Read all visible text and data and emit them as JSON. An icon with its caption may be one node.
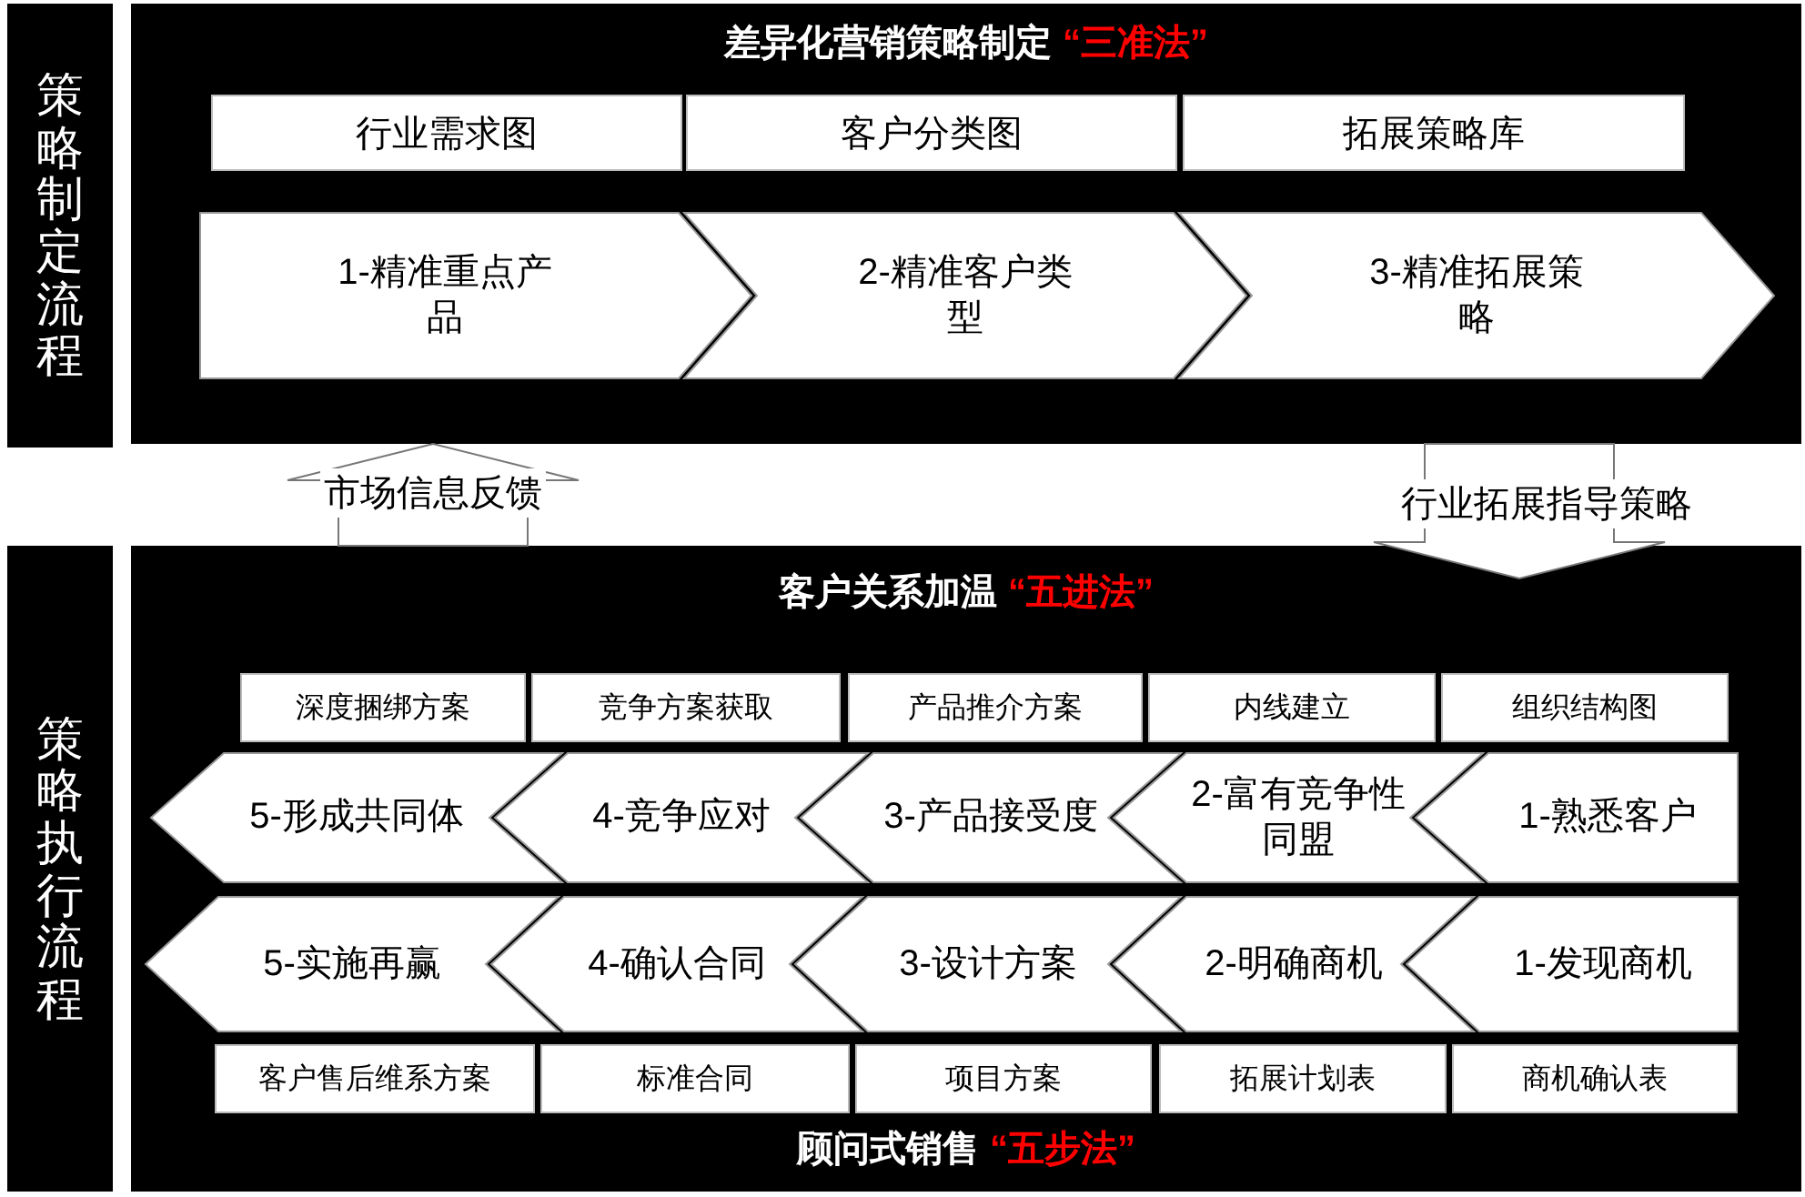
{
  "diagram": {
    "nodes": [
      {
        "text": [
          "策略制定流程"
        ]
      },
      {
        "text": [
          "差异化营销策略制定",
          "“三准法”"
        ]
      },
      {
        "text": [
          "行业需求图"
        ],
        "in": 1
      },
      {
        "text": [
          "客户分类图"
        ],
        "in": 1
      },
      {
        "text": [
          "拓展策略库"
        ],
        "in": 1
      },
      {
        "text": [
          "1-精准重点产品"
        ],
        "in": 1
      },
      {
        "text": [
          "2-精准客户类型"
        ],
        "in": 1
      },
      {
        "text": [
          "3-精准拓展策略"
        ],
        "in": 1
      },
      {
        "text": [
          "策略执行流程"
        ]
      },
      {
        "text": [
          "客户关系加温",
          "“五进法”",
          "顾问式销售",
          "“五步法”"
        ]
      },
      {
        "text": [
          "深度捆绑方案"
        ],
        "in": 9
      },
      {
        "text": [
          "竞争方案获取"
        ],
        "in": 9
      },
      {
        "text": [
          "产品推介方案"
        ],
        "in": 9
      },
      {
        "text": [
          "内线建立"
        ],
        "in": 9
      },
      {
        "text": [
          "组织结构图"
        ],
        "in": 9
      },
      {
        "text": [
          "5-形成共同体"
        ],
        "in": 9
      },
      {
        "text": [
          "4-竞争应对"
        ],
        "in": 9
      },
      {
        "text": [
          "3-产品接受度"
        ],
        "in": 9
      },
      {
        "text": [
          "2-富有竞争性同盟"
        ],
        "in": 9
      },
      {
        "text": [
          "1-熟悉客户"
        ],
        "in": 9
      },
      {
        "text": [
          "5-实施再赢"
        ],
        "in": 9
      },
      {
        "text": [
          "4-确认合同"
        ],
        "in": 9
      },
      {
        "text": [
          "3-设计方案"
        ],
        "in": 9
      },
      {
        "text": [
          "2-明确商机"
        ],
        "in": 9
      },
      {
        "text": [
          "1-发现商机"
        ],
        "in": 9
      },
      {
        "text": [
          "客户售后维系方案"
        ],
        "in": 9
      },
      {
        "text": [
          "标准合同"
        ],
        "in": 9
      },
      {
        "text": [
          "项目方案"
        ],
        "in": 9
      },
      {
        "text": [
          "拓展计划表"
        ],
        "in": 9
      },
      {
        "text": [
          "商机确认表"
        ],
        "in": 9
      }
    ],
    "edges": [
      {
        "from": 9,
        "to": 1,
        "arrow": "to",
        "label": "市场信息反馈"
      },
      {
        "from": 1,
        "to": 9,
        "arrow": "to",
        "label": "行业拓展指导策略"
      }
    ]
  }
}
